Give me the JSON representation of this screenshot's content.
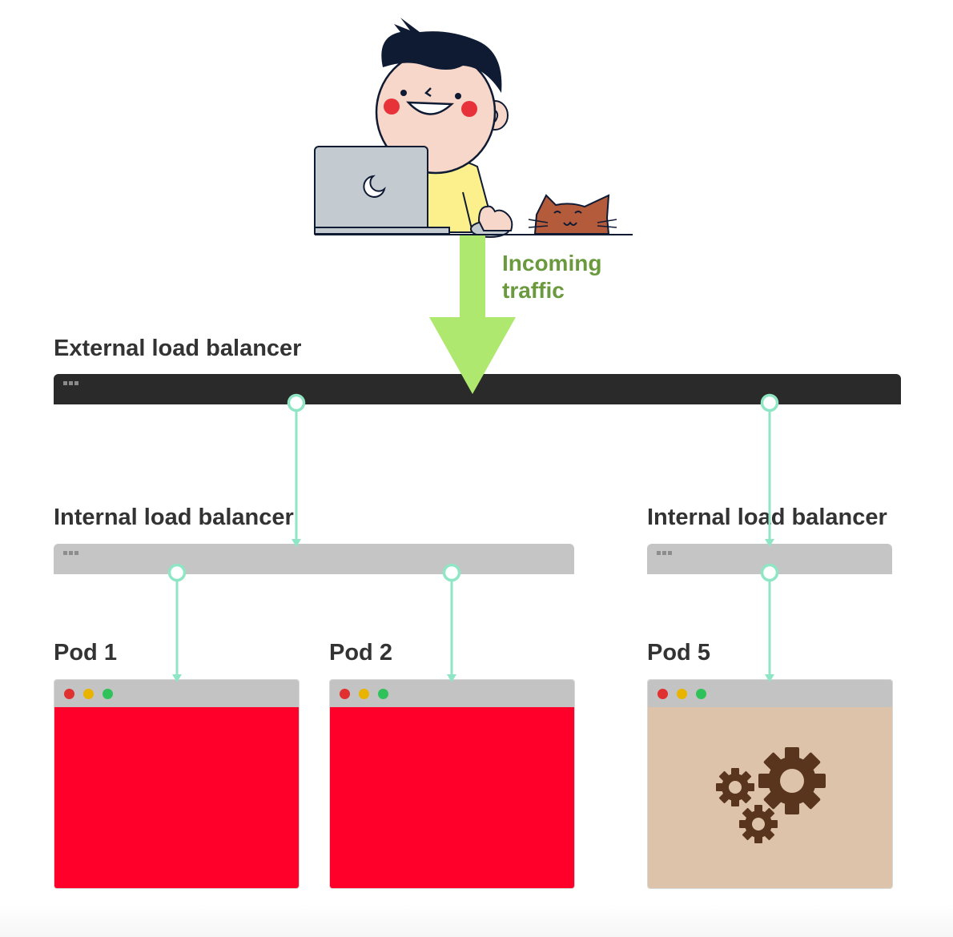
{
  "traffic": {
    "label_line1": "Incoming",
    "label_line2": "traffic",
    "arrow_color": "#aee86e",
    "label_color": "#6a9a3d"
  },
  "external_lb": {
    "label": "External load balancer",
    "bar_color": "#2a2a2a"
  },
  "internal_lbs": [
    {
      "label": "Internal load balancer",
      "bar_color": "#c5c5c5"
    },
    {
      "label": "Internal load balancer",
      "bar_color": "#c5c5c5"
    }
  ],
  "pods": [
    {
      "label": "Pod 1",
      "content": "solid",
      "color": "#ff002b"
    },
    {
      "label": "Pod 2",
      "content": "solid",
      "color": "#ff002b"
    },
    {
      "label": "Pod 5",
      "content": "gears-icon",
      "color": "#dcc3aa"
    }
  ],
  "connector_color": "#8fe6c4",
  "window_buttons": [
    "#e03030",
    "#e8b400",
    "#2fc25a"
  ],
  "illustration": {
    "subject": "person-with-laptop-and-cat",
    "colors": {
      "hair": "#0f1a33",
      "skin": "#f7d7c9",
      "shirt": "#fbf08c",
      "laptop": "#c3cbd1",
      "cat": "#b35b3b"
    }
  }
}
